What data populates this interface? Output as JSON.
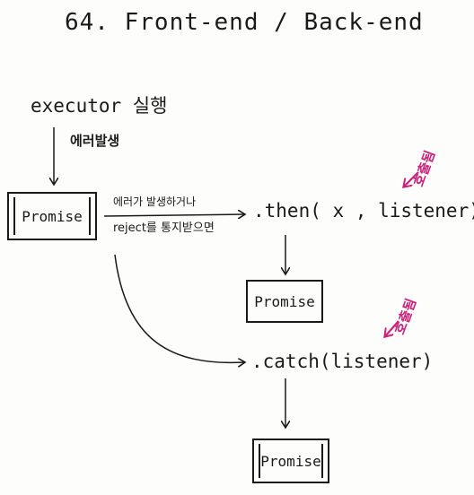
{
  "title": "64. Front-end / Back-end",
  "executor_label": "executor 실행",
  "error_occurs": "에러발생",
  "promise_label": "Promise",
  "condition_label_top": "에러가 발생하거나",
  "condition_label_bottom": "reject를 통지받으면",
  "then_label": ".then( x , listener)",
  "catch_label": ".catch(listener)",
  "called_label": "호출됨",
  "colors": {
    "ink": "#1a1a1a",
    "accent": "#c8247a"
  }
}
